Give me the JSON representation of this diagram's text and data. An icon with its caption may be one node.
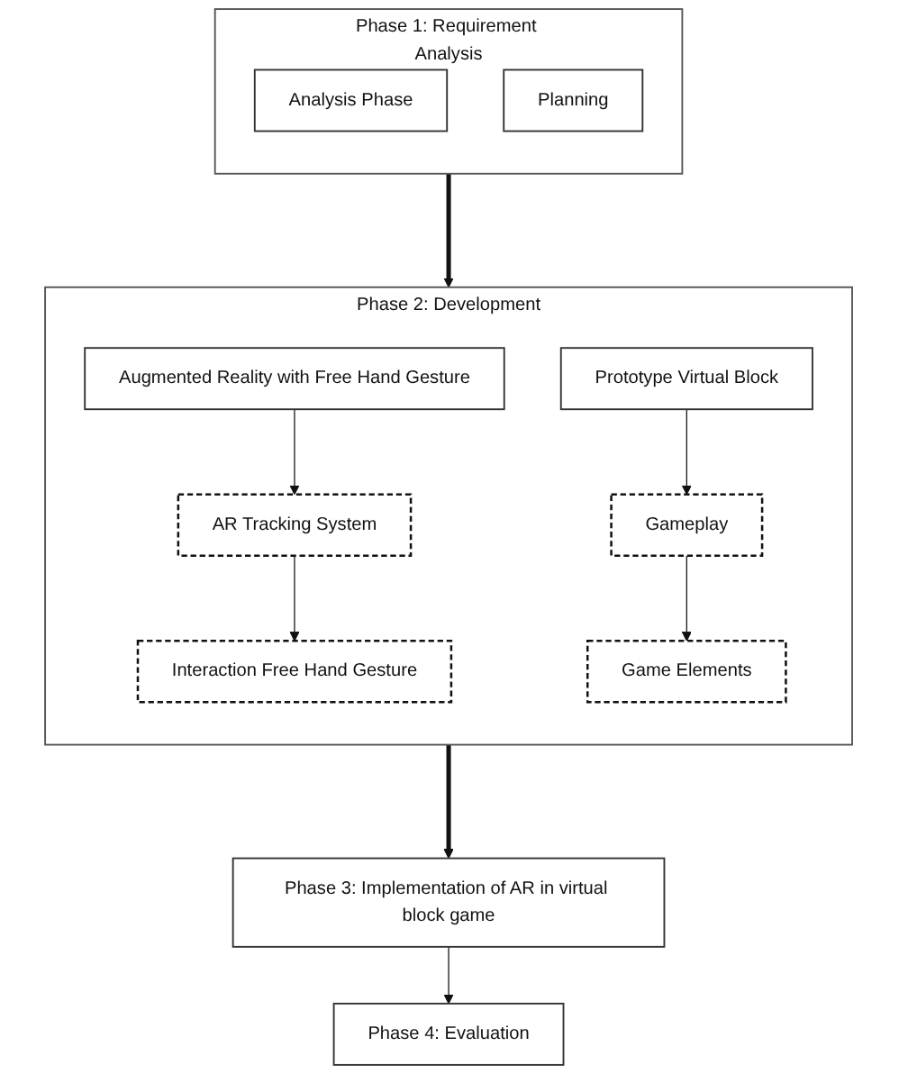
{
  "diagram": {
    "nodes": [
      {
        "text": [
          "Phase 1: Requirement Analysis"
        ]
      },
      {
        "text": [
          "Analysis Phase"
        ],
        "in": 0
      },
      {
        "text": [
          "Planning"
        ],
        "in": 0
      },
      {
        "text": [
          "Phase 2: Development"
        ]
      },
      {
        "text": [
          "Augmented Reality with Free Hand Gesture"
        ],
        "in": 3
      },
      {
        "text": [
          "Prototype Virtual Block"
        ],
        "in": 3
      },
      {
        "text": [
          "AR Tracking System"
        ],
        "in": 3
      },
      {
        "text": [
          "Interaction Free Hand Gesture"
        ],
        "in": 3
      },
      {
        "text": [
          "Gameplay"
        ],
        "in": 3
      },
      {
        "text": [
          "Game Elements"
        ],
        "in": 3
      },
      {
        "text": [
          "Phase 3: Implementation of AR in virtual block game"
        ]
      },
      {
        "text": [
          "Phase 4: Evaluation"
        ]
      }
    ],
    "edges": [
      {
        "from": 0,
        "to": 3,
        "arrow": "to",
        "style": "thick"
      },
      {
        "from": 4,
        "to": 6,
        "arrow": "to"
      },
      {
        "from": 6,
        "to": 7,
        "arrow": "to"
      },
      {
        "from": 5,
        "to": 8,
        "arrow": "to"
      },
      {
        "from": 8,
        "to": 9,
        "arrow": "to"
      },
      {
        "from": 3,
        "to": 10,
        "arrow": "to",
        "style": "thick"
      },
      {
        "from": 10,
        "to": 11,
        "arrow": "to"
      }
    ]
  }
}
